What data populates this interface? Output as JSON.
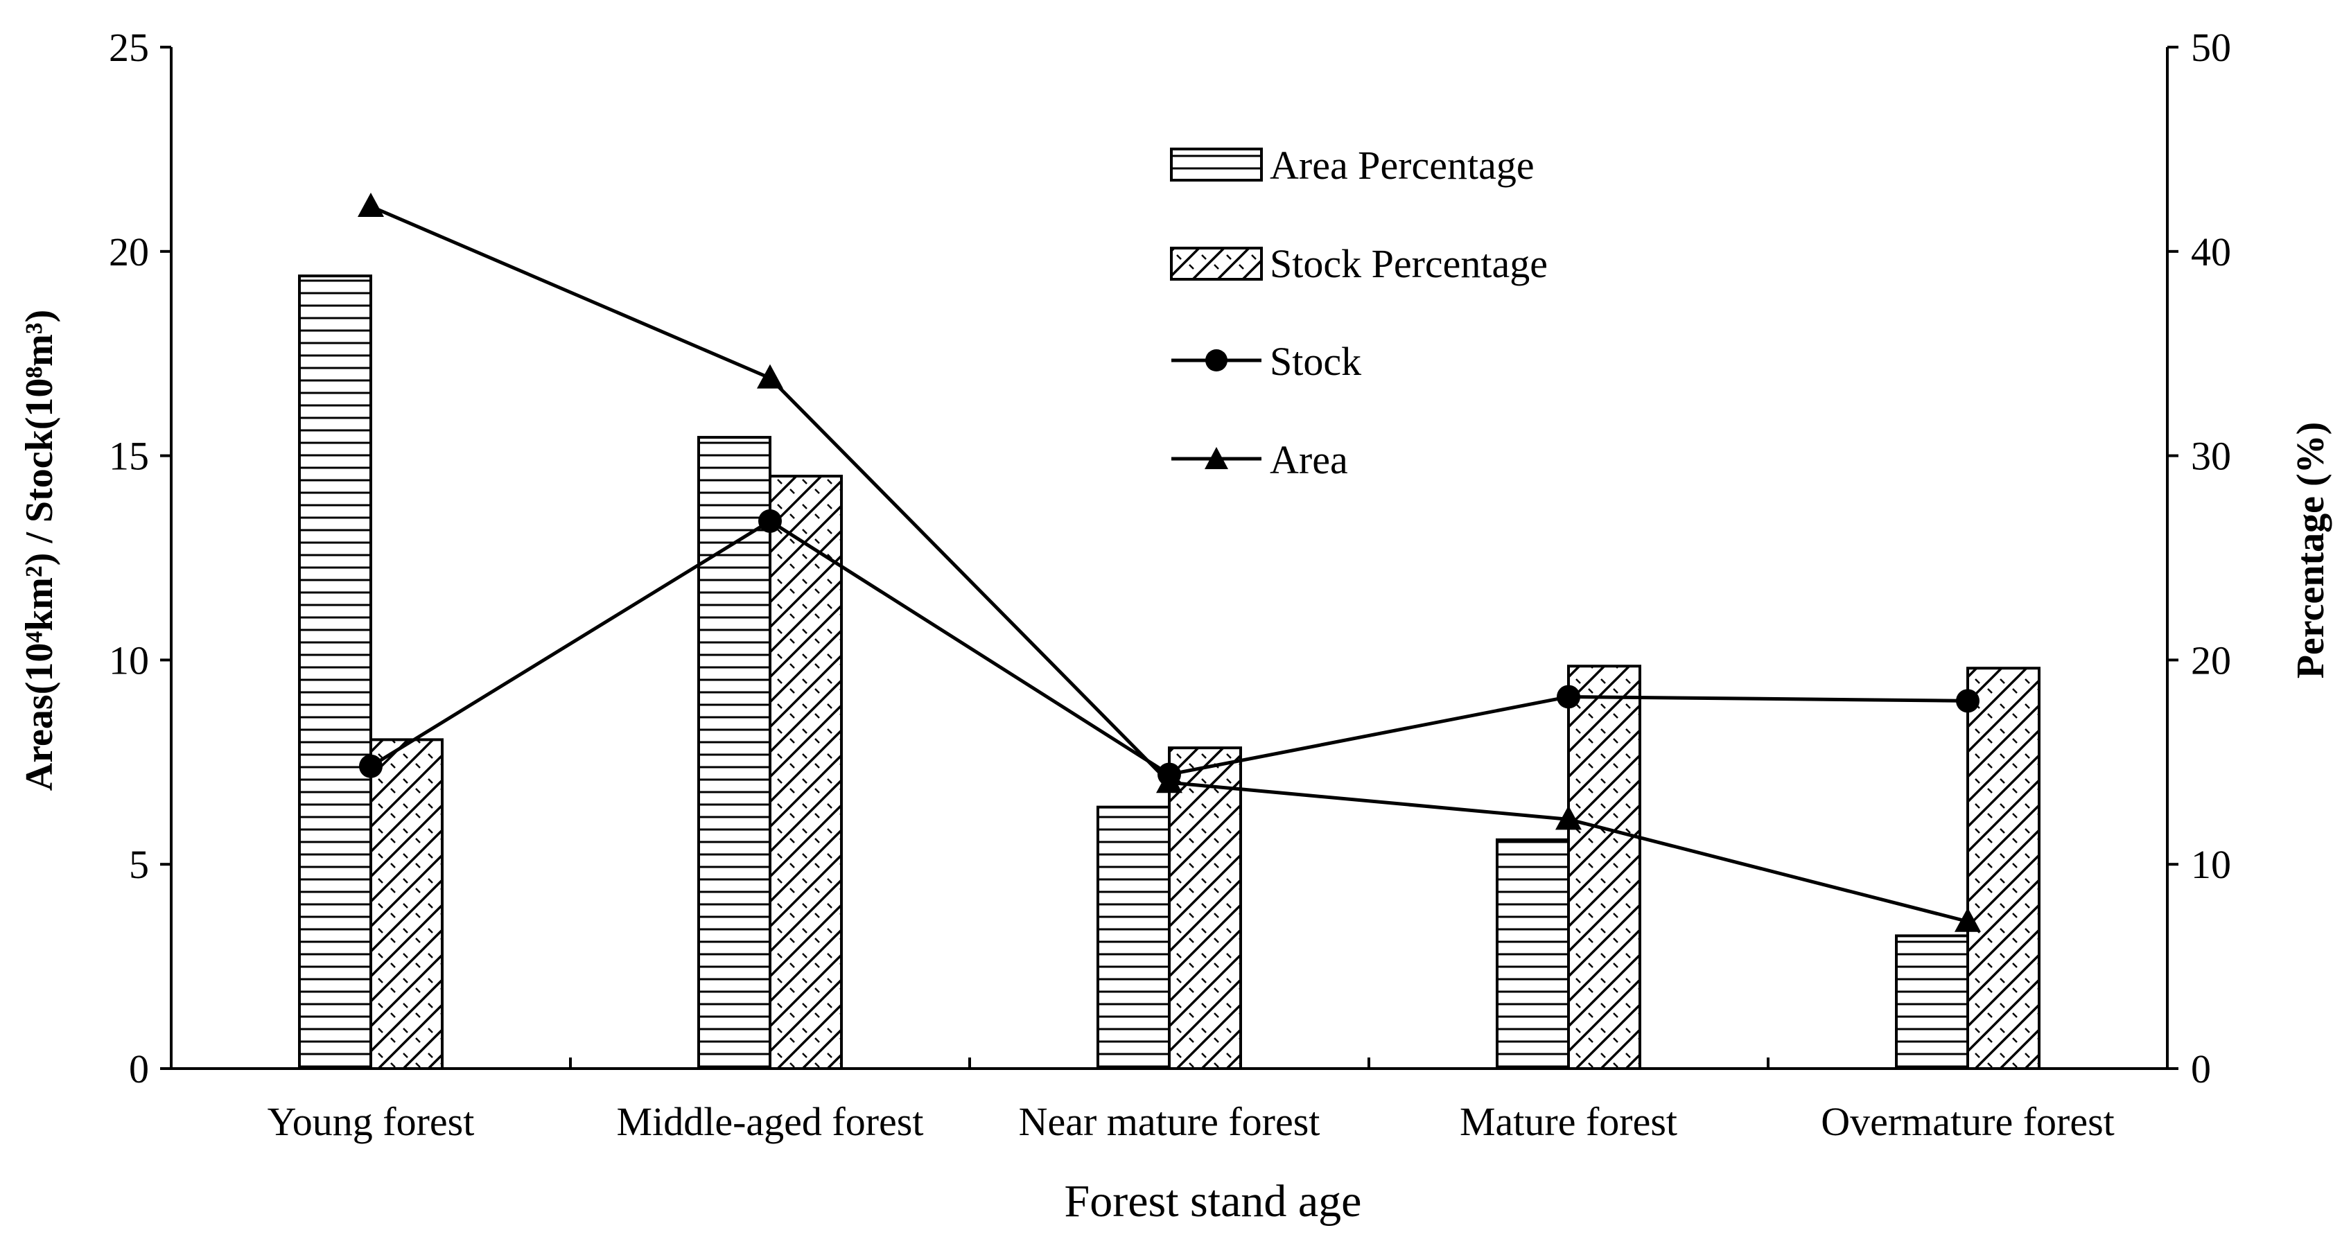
{
  "chart_data": {
    "type": "bar",
    "xlabel": "Forest stand age",
    "ylabel_left": "Areas(10⁴km²) / Stock(10⁸m³)",
    "ylabel_right": "Percentage (%)",
    "categories": [
      "Young forest",
      "Middle-aged forest",
      "Near mature forest",
      "Mature forest",
      "Overmature forest"
    ],
    "ylim_left": [
      0,
      25
    ],
    "ylim_right": [
      0,
      50
    ],
    "yticks_left": [
      0,
      5,
      10,
      15,
      20,
      25
    ],
    "yticks_right": [
      0,
      10,
      20,
      30,
      40,
      50
    ],
    "grid": false,
    "legend_position": "top-center",
    "series": [
      {
        "name": "Area Percentage",
        "kind": "bar",
        "axis": "right",
        "pattern": "horizontal-lines",
        "values": [
          38.8,
          30.9,
          12.8,
          11.2,
          6.5
        ]
      },
      {
        "name": "Stock Percentage",
        "kind": "bar",
        "axis": "right",
        "pattern": "crosshatch",
        "values": [
          16.1,
          29.0,
          15.7,
          19.7,
          19.6
        ]
      },
      {
        "name": "Stock",
        "kind": "line",
        "axis": "left",
        "marker": "circle",
        "values": [
          7.4,
          13.4,
          7.2,
          9.1,
          9.0
        ]
      },
      {
        "name": "Area",
        "kind": "line",
        "axis": "left",
        "marker": "triangle",
        "values": [
          21.1,
          16.9,
          7.0,
          6.1,
          3.6
        ]
      }
    ]
  }
}
